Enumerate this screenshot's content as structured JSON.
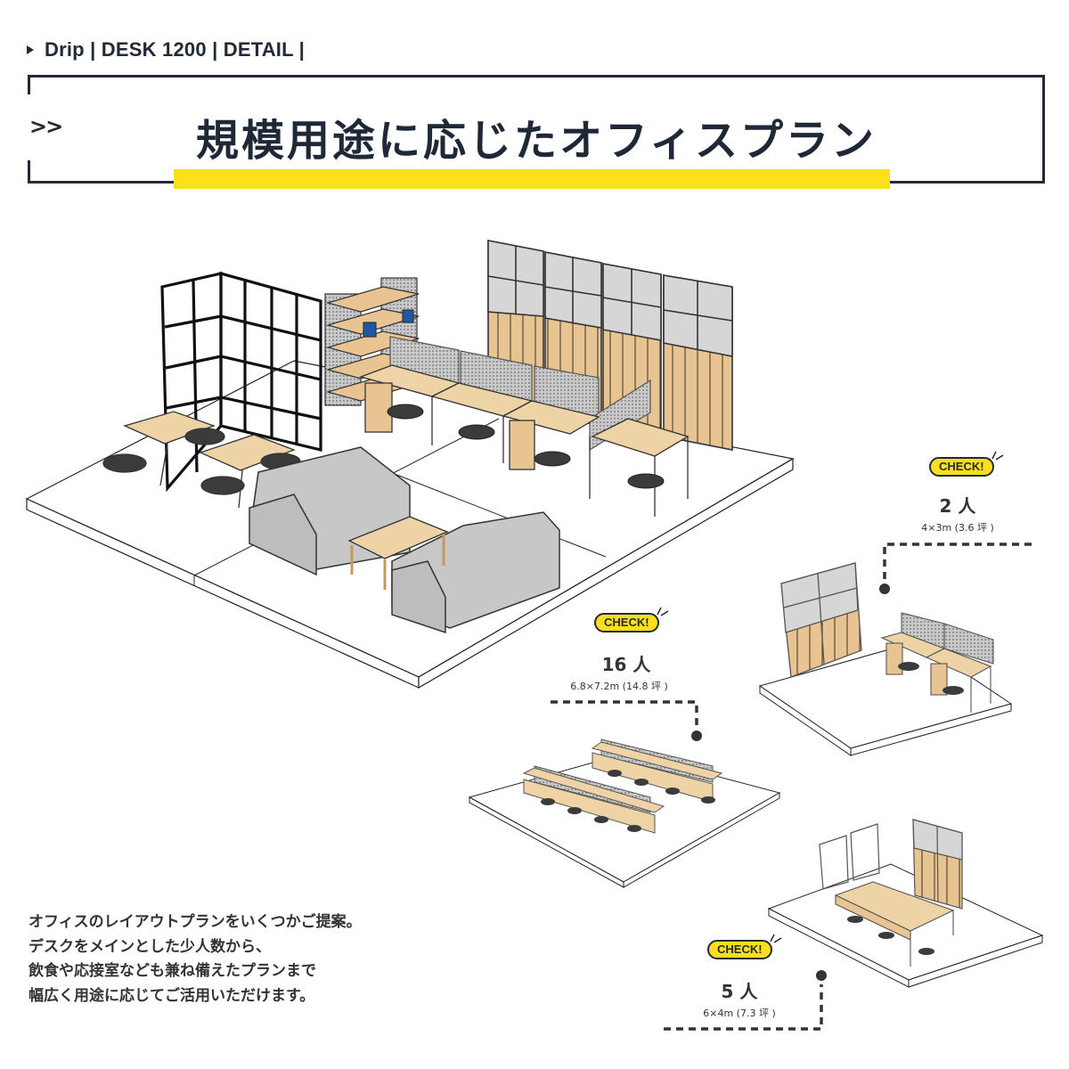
{
  "breadcrumb": {
    "text": "Drip | DESK 1200 | DETAIL |"
  },
  "header": {
    "chevrons": ">>",
    "title": "規模用途に応じたオフィスプラン",
    "accent_color": "#fde01b",
    "frame_color": "#222a36"
  },
  "plans": [
    {
      "badge": "CHECK!",
      "people": "2 人",
      "size": "4×3m (3.6 坪 )"
    },
    {
      "badge": "CHECK!",
      "people": "16 人",
      "size": "6.8×7.2m (14.8 坪 )"
    },
    {
      "badge": "CHECK!",
      "people": "5 人",
      "size": "6×4m (7.3 坪 )"
    }
  ],
  "description": {
    "lines": [
      "オフィスのレイアウトプランをいくつかご提案。",
      "デスクをメインとした少人数から、",
      "飲食や応接室なども兼ね備えたプランまで",
      "幅広く用途に応じてご活用いただけます。"
    ]
  },
  "illustrations": {
    "main": "isometric office with glass partition, cafe tables, shelves, desks with perforated screens, wood/glass wall panels, two sofas and coffee table",
    "plan_2": "2 desks with screen and wood/glass wall panel",
    "plan_16": "two islands of desks with screens",
    "plan_5": "desk cluster with mirror stands and wall panel"
  }
}
